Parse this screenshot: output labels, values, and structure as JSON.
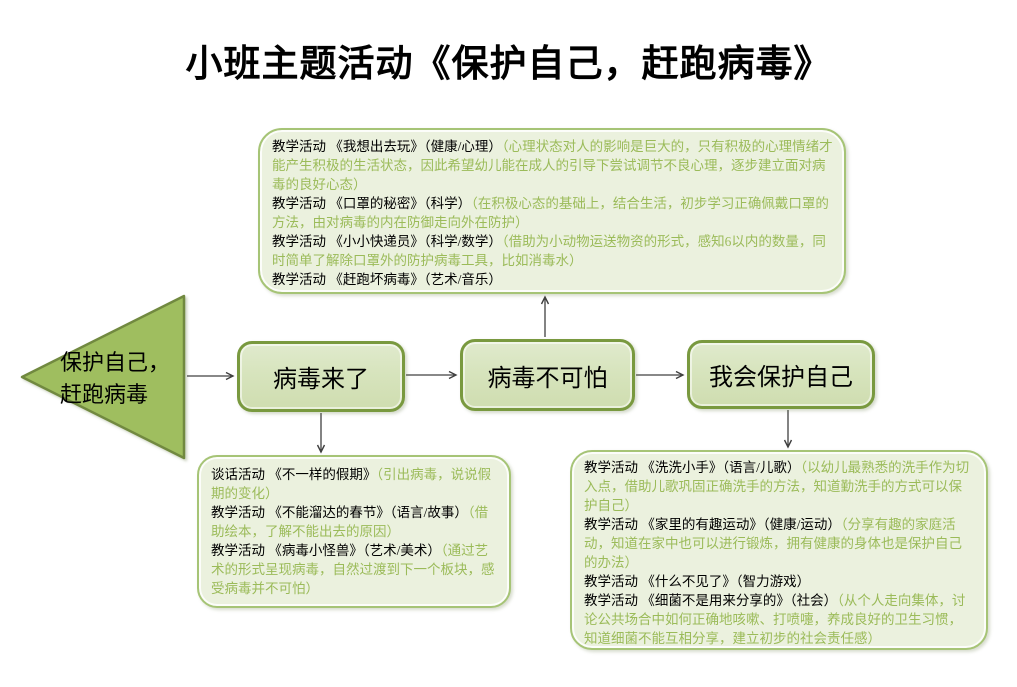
{
  "title": "小班主题活动《保护自己，赶跑病毒》",
  "colors": {
    "accent_green": "#9BBB59",
    "triangle_fill": "#9FBE5E",
    "triangle_border": "#71893F",
    "stage_fill": "#D7E4BD",
    "stage_border": "#79993F",
    "callout_fill": "#EBF1DE",
    "callout_border": "#A6C476",
    "note_text": "#9BBB59",
    "arrow": "#404040"
  },
  "start_shape": {
    "line1": "保护自己，",
    "line2": "赶跑病毒"
  },
  "stages": [
    {
      "label": "病毒来了"
    },
    {
      "label": "病毒不可怕"
    },
    {
      "label": "我会保护自己"
    }
  ],
  "callouts": {
    "top": {
      "activities": [
        {
          "black": "教学活动 《我想出去玩》（健康/心理）",
          "green": "（心理状态对人的影响是巨大的，只有积极的心理情绪才能产生积极的生活状态，因此希望幼儿能在成人的引导下尝试调节不良心理，逐步建立面对病毒的良好心态）"
        },
        {
          "black": "教学活动 《口罩的秘密》（科学）",
          "green": "（在积极心态的基础上，结合生活，初步学习正确佩戴口罩的方法，由对病毒的内在防御走向外在防护）"
        },
        {
          "black": "教学活动 《小小快递员》（科学/数学）",
          "green": "（借助为小动物运送物资的形式，感知6以内的数量，同时简单了解除口罩外的防护病毒工具，比如消毒水）"
        },
        {
          "black": "教学活动 《赶跑坏病毒》（艺术/音乐）",
          "green": ""
        }
      ]
    },
    "bottom_left": {
      "activities": [
        {
          "black": "谈话活动 《不一样的假期》",
          "green": "（引出病毒，说说假期的变化）"
        },
        {
          "black": "教学活动 《不能溜达的春节》（语言/故事）",
          "green": "（借助绘本，了解不能出去的原因）"
        },
        {
          "black": "教学活动 《病毒小怪兽》（艺术/美术）",
          "green": "（通过艺术的形式呈现病毒，自然过渡到下一个板块，感受病毒并不可怕）"
        }
      ]
    },
    "bottom_right": {
      "activities": [
        {
          "black": "教学活动 《洗洗小手》（语言/儿歌）",
          "green": "（以幼儿最熟悉的洗手作为切入点，借助儿歌巩固正确洗手的方法，知道勤洗手的方式可以保护自己）"
        },
        {
          "black": "教学活动 《家里的有趣运动》（健康/运动）",
          "green": "（分享有趣的家庭活动，知道在家中也可以进行锻炼，拥有健康的身体也是保护自己的办法）"
        },
        {
          "black": "教学活动 《什么不见了》（智力游戏）",
          "green": ""
        },
        {
          "black": "教学活动 《细菌不是用来分享的》（社会）",
          "green": "（从个人走向集体，讨论公共场合中如何正确地咳嗽、打喷嚏，养成良好的卫生习惯，知道细菌不能互相分享，建立初步的社会责任感）"
        }
      ]
    }
  }
}
